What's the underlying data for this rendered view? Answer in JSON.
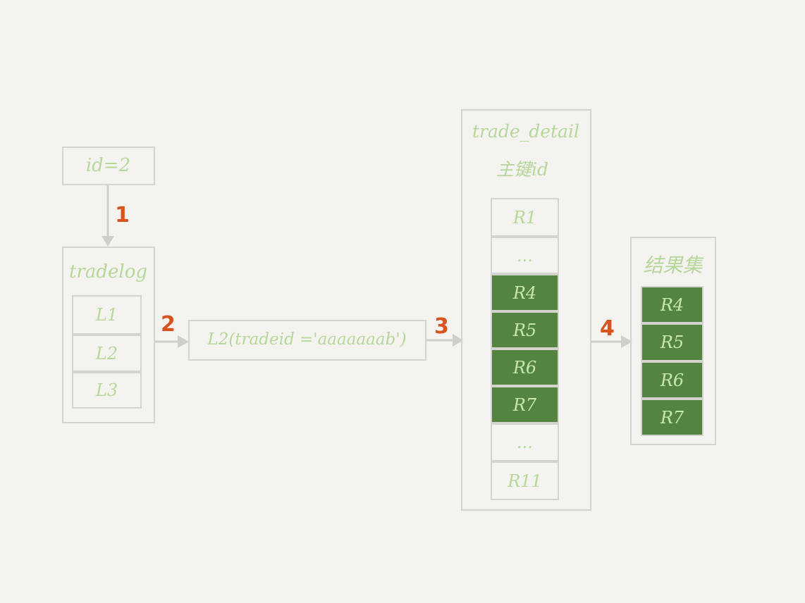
{
  "query_box": {
    "label": "id=2"
  },
  "tradelog": {
    "title": "tradelog",
    "rows": [
      "L1",
      "L2",
      "L3"
    ]
  },
  "lookup": {
    "label": "L2(tradeid ='aaaaaaab')"
  },
  "trade_detail": {
    "title_line1": "trade_detail",
    "title_line2": "主键id",
    "rows": [
      {
        "label": "R1",
        "highlight": false
      },
      {
        "label": "...",
        "highlight": false
      },
      {
        "label": "R4",
        "highlight": true
      },
      {
        "label": "R5",
        "highlight": true
      },
      {
        "label": "R6",
        "highlight": true
      },
      {
        "label": "R7",
        "highlight": true
      },
      {
        "label": "...",
        "highlight": false
      },
      {
        "label": "R11",
        "highlight": false
      }
    ]
  },
  "result_set": {
    "title": "结果集",
    "rows": [
      "R4",
      "R5",
      "R6",
      "R7"
    ]
  },
  "steps": [
    "1",
    "2",
    "3",
    "4"
  ],
  "colors": {
    "background": "#f4f3ef",
    "border": "#d4d3cf",
    "text_green": "#b6d79a",
    "highlight_fill": "#548442",
    "step_number": "#d9531e"
  }
}
